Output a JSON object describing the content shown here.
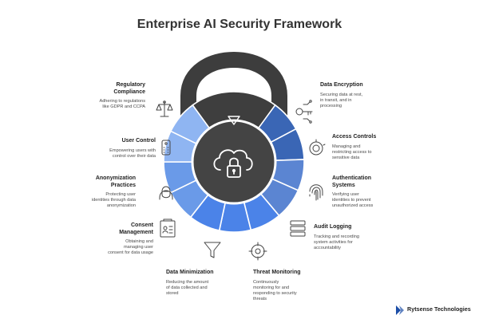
{
  "title": "Enterprise AI Security Framework",
  "lock": {
    "colors": {
      "shackle": "#3d3d3d",
      "dial_center": "#444444",
      "ring_light_left": "#8fb5f2",
      "ring_mid_left": "#6a9ae8",
      "ring_dark_left": "#4b83e8",
      "ring_dark_right": "#3a66b5",
      "ring_mid_right": "#5b85d2",
      "top_dark": "#3e3e3e"
    },
    "center_icon": "cloud-lock-icon",
    "top_icon": "triangle-down-icon"
  },
  "left_items": [
    {
      "title": "Regulatory\nCompliance",
      "description": "Adhering to regulations\nlike GDPR and CCPA",
      "icon": "scales-icon"
    },
    {
      "title": "User Control",
      "description": "Empowering users with\ncontrol over their data",
      "icon": "remote-control-icon"
    },
    {
      "title": "Anonymization\nPractices",
      "description": "Protecting user\nidentities through data\nanonymization",
      "icon": "anonymous-user-icon"
    },
    {
      "title": "Consent\nManagement",
      "description": "Obtaining and\nmanaging user\nconsent for data usage",
      "icon": "consent-form-icon"
    },
    {
      "title": "Data Minimization",
      "description": "Reducing the amount\nof data collected and\nstored",
      "icon": "funnel-icon"
    }
  ],
  "right_items": [
    {
      "title": "Data Encryption",
      "description": "Securing data at rest,\nin transit, and in\nprocessing",
      "icon": "key-circuit-icon"
    },
    {
      "title": "Access Controls",
      "description": "Managing and\nrestricting access to\nsensitive data",
      "icon": "access-circle-icon"
    },
    {
      "title": "Authentication\nSystems",
      "description": "Verifying user\nidentities to prevent\nunauthorized access",
      "icon": "fingerprint-icon"
    },
    {
      "title": "Audit Logging",
      "description": "Tracking and recording\nsystem activities for\naccountability",
      "icon": "server-stack-icon"
    },
    {
      "title": "Threat Monitoring",
      "description": "Continuously\nmonitoring for and\nresponding to security\nthreats",
      "icon": "crosshair-icon"
    }
  ],
  "brand": {
    "name": "Rytsense Technologies",
    "icon": "rytsense-logo-icon",
    "color": "#1d4fa8"
  }
}
